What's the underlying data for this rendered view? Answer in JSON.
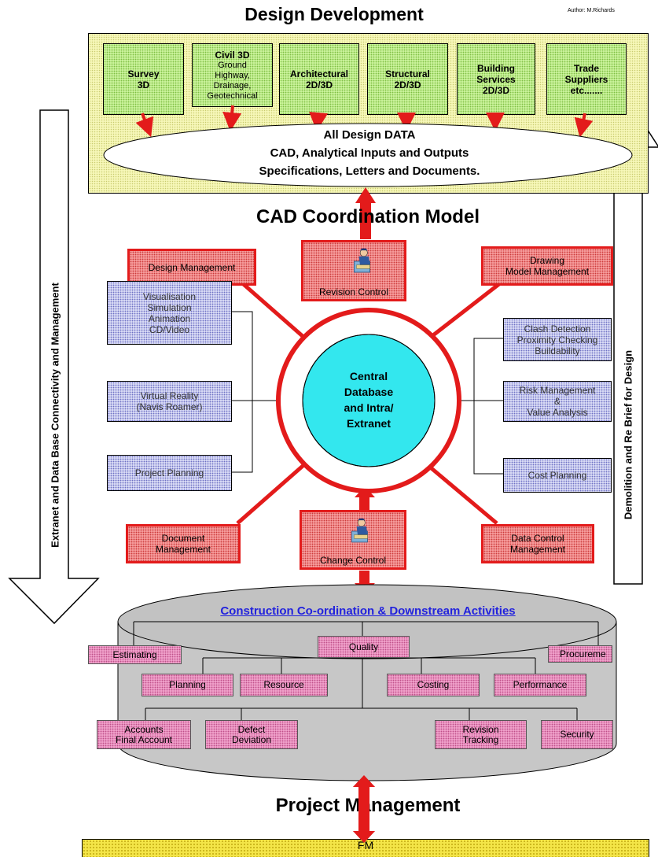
{
  "author": "Author: M.Richards",
  "design_development": {
    "title": "Design Development",
    "disciplines": [
      {
        "title": "Survey\n3D",
        "detail": ""
      },
      {
        "title": "Civil 3D",
        "detail": "Ground\nHighway,\nDrainage,\nGeotechnical"
      },
      {
        "title": "Architectural\n2D/3D",
        "detail": ""
      },
      {
        "title": "Structural\n2D/3D",
        "detail": ""
      },
      {
        "title": "Building\nServices\n2D/3D",
        "detail": ""
      },
      {
        "title": "Trade\nSuppliers\netc.......",
        "detail": ""
      }
    ],
    "all_design_data": "All Design DATA\nCAD, Analytical Inputs and Outputs\nSpecifications, Letters and Documents."
  },
  "cad_model": {
    "title": "CAD Coordination Model",
    "center": "Central\nDatabase\nand Intra/\nExtranet",
    "red_boxes": {
      "design_management": "Design Management",
      "revision_control": "Revision Control",
      "drawing_model_management": "Drawing\nModel Management",
      "document_management": "Document\nManagement",
      "change_control": "Change Control",
      "data_control_management": "Data Control\nManagement"
    },
    "left_boxes": [
      "Visualisation\nSimulation\nAnimation\nCD/Video",
      "Virtual Reality\n(Navis Roamer)",
      "Project Planning"
    ],
    "right_boxes": [
      "Clash Detection\nProximity Checking\nBuildability",
      "Risk  Management\n&\nValue Analysis",
      "Cost Planning"
    ]
  },
  "construction": {
    "title": "Construction Co-ordination & Downstream Activities",
    "items": {
      "estimating": "Estimating",
      "quality": "Quality",
      "procurement": "Procureme",
      "planning": "Planning",
      "resource": "Resource",
      "costing": "Costing",
      "performance": "Performance",
      "accounts": "Accounts\nFinal Account",
      "defect": "Defect\nDeviation",
      "revision_tracking": "Revision\nTracking",
      "security": "Security"
    }
  },
  "project_management": {
    "title": "Project Management",
    "archive": "ARCHIVE\nHealth and Safety, O & M & Asset Register\nFM"
  },
  "side_arrows": {
    "left": "Extranet and Data Base Connectivity and Management",
    "right": "Demolition and Re Brief for Design"
  },
  "colors": {
    "red": "#e31b1b",
    "cyan": "#33e7ee"
  }
}
